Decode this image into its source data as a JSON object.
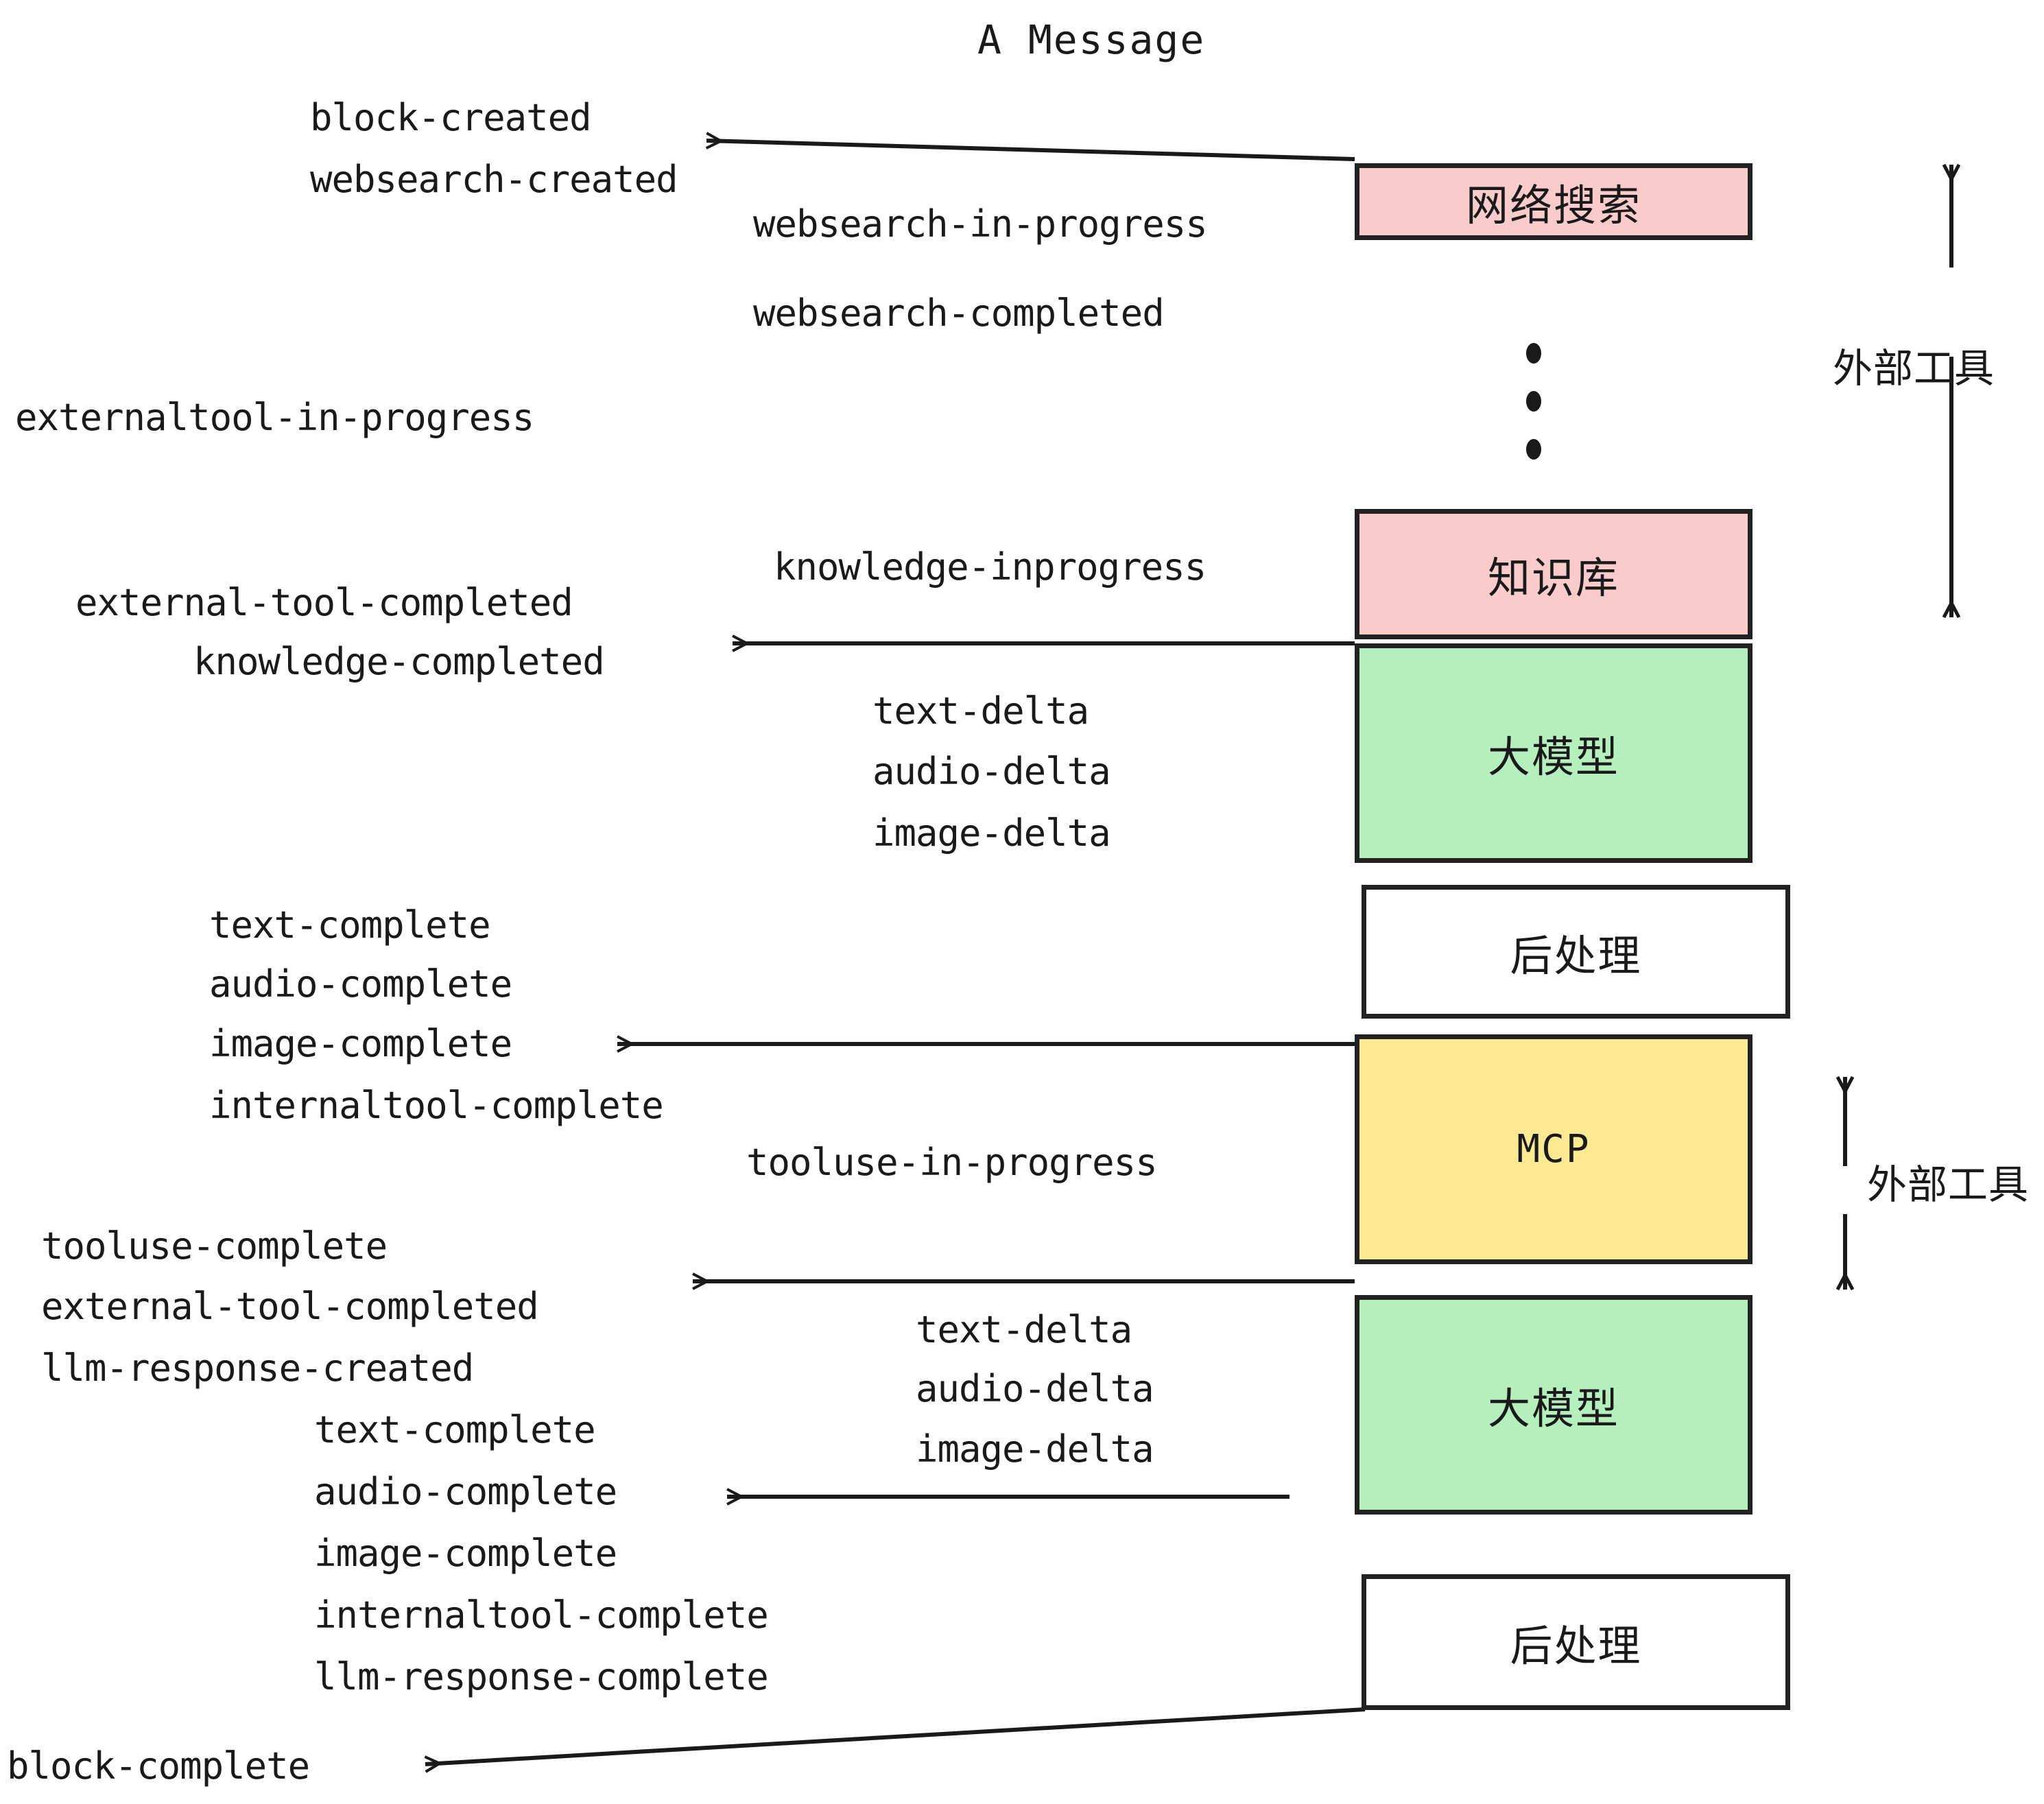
{
  "diagram": {
    "title": "A Message",
    "colors": {
      "pink": "#FACBCB",
      "green": "#B4EFBD",
      "yellow": "#FBE994",
      "white": "#FFFFFF",
      "stroke": "#222222",
      "text": "#1A1A1A"
    },
    "boxes": [
      {
        "id": "websearch",
        "label": "网络搜索",
        "fill": "#FACBCB"
      },
      {
        "id": "knowledge",
        "label": "知识库",
        "fill": "#FACBCB"
      },
      {
        "id": "llm-1",
        "label": "大模型",
        "fill": "#B4EFBD"
      },
      {
        "id": "postproc-1",
        "label": "后处理",
        "fill": "#FFFFFF"
      },
      {
        "id": "mcp",
        "label": "MCP",
        "fill": "#FBE994"
      },
      {
        "id": "llm-2",
        "label": "大模型",
        "fill": "#B4EFBD"
      },
      {
        "id": "postproc-2",
        "label": "后处理",
        "fill": "#FFFFFF"
      }
    ],
    "side_labels": [
      {
        "id": "external-tool-top",
        "label": "外部工具"
      },
      {
        "id": "external-tool-bottom",
        "label": "外部工具"
      }
    ],
    "events": {
      "block_created": "block-created",
      "websearch_created": "websearch-created",
      "websearch_in_progress": "websearch-in-progress",
      "websearch_completed": "websearch-completed",
      "externaltool_in_progress": "externaltool-in-progress",
      "knowledge_inprogress": "knowledge-inprogress",
      "external_tool_completed_1": "external-tool-completed",
      "knowledge_completed": "knowledge-completed",
      "text_delta_1": "text-delta",
      "audio_delta_1": "audio-delta",
      "image_delta_1": "image-delta",
      "text_complete_1": "text-complete",
      "audio_complete_1": "audio-complete",
      "image_complete_1": "image-complete",
      "internaltool_complete_1": "internaltool-complete",
      "tooluse_in_progress": "tooluse-in-progress",
      "tooluse_complete": "tooluse-complete",
      "external_tool_completed_2": "external-tool-completed",
      "llm_response_created": "llm-response-created",
      "text_delta_2": "text-delta",
      "audio_delta_2": "audio-delta",
      "image_delta_2": "image-delta",
      "text_complete_2": "text-complete",
      "audio_complete_2": "audio-complete",
      "image_complete_2": "image-complete",
      "internaltool_complete_2": "internaltool-complete",
      "llm_response_complete": "llm-response-complete",
      "block_complete": "block-complete"
    }
  }
}
